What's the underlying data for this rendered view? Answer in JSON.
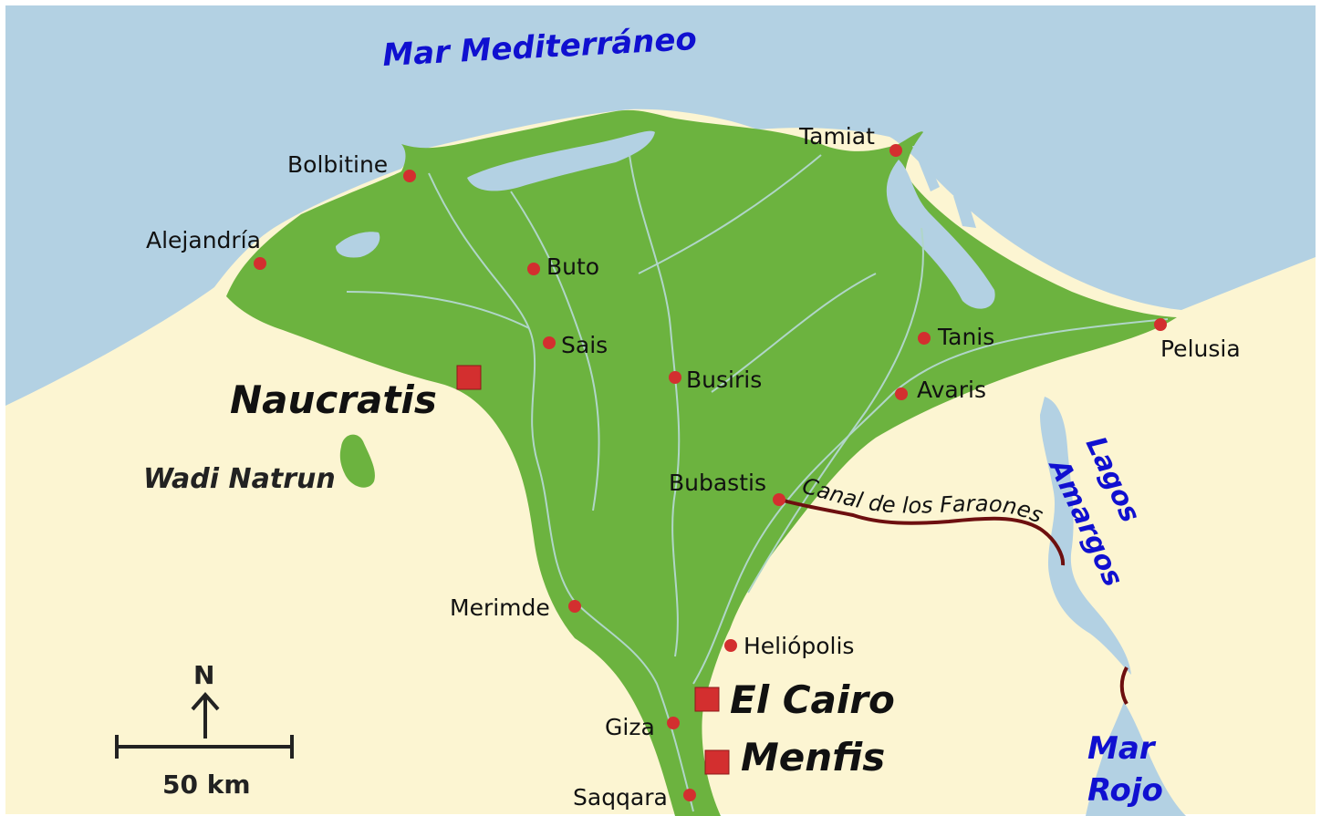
{
  "colors": {
    "sea": "#b3d1e3",
    "desert": "#fcf5d2",
    "delta": "#6cb33f",
    "river": "#b0d6c8",
    "city_dot": "#d32f2f",
    "canal": "#6d0f0f",
    "water_label": "#1010d0",
    "frame": "#ffffff"
  },
  "water_bodies": {
    "mediterranean": "Mar Mediterráneo",
    "bitter_lakes_line1": "Lagos",
    "bitter_lakes_line2": "Amargos",
    "red_sea_line1": "Mar",
    "red_sea_line2": "Rojo"
  },
  "regions": {
    "wadi_natrun": "Wadi Natrun"
  },
  "canal": {
    "label": "Canal de los Faraones"
  },
  "major_cities": [
    {
      "name": "Naucratis"
    },
    {
      "name": "El Cairo"
    },
    {
      "name": "Menfis"
    }
  ],
  "cities": [
    {
      "name": "Tamiat"
    },
    {
      "name": "Bolbitine"
    },
    {
      "name": "Alejandría"
    },
    {
      "name": "Buto"
    },
    {
      "name": "Sais"
    },
    {
      "name": "Busiris"
    },
    {
      "name": "Tanis"
    },
    {
      "name": "Avaris"
    },
    {
      "name": "Pelusia"
    },
    {
      "name": "Bubastis"
    },
    {
      "name": "Merimde"
    },
    {
      "name": "Heliópolis"
    },
    {
      "name": "Giza"
    },
    {
      "name": "Saqqara"
    }
  ],
  "compass": {
    "label": "N",
    "icon": "north-arrow-icon"
  },
  "scale_bar": {
    "label": "50 km"
  }
}
